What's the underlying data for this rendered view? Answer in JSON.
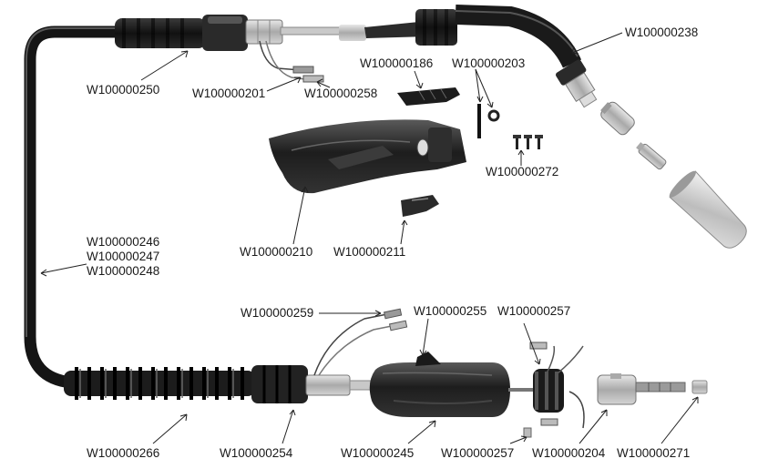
{
  "diagram": {
    "labels": {
      "p238": "W100000238",
      "p250": "W100000250",
      "p201": "W100000201",
      "p258": "W100000258",
      "p186": "W100000186",
      "p203": "W100000203",
      "p272": "W100000272",
      "p210": "W100000210",
      "p211": "W100000211",
      "p246": "W100000246",
      "p247": "W100000247",
      "p248": "W100000248",
      "p259": "W100000259",
      "p255": "W100000255",
      "p257a": "W100000257",
      "p266": "W100000266",
      "p254": "W100000254",
      "p245": "W100000245",
      "p257b": "W100000257",
      "p204": "W100000204",
      "p271": "W100000271"
    }
  }
}
